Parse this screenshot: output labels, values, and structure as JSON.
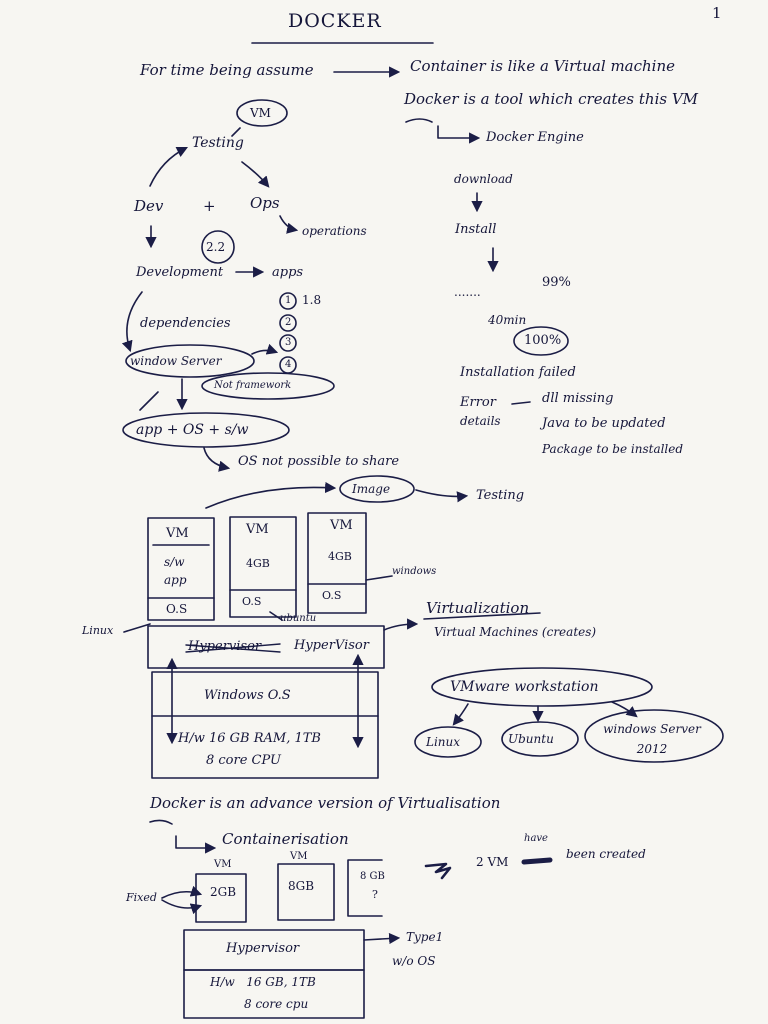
{
  "header": {
    "title": "DOCKER",
    "page_number": "1"
  },
  "intro": {
    "assume": "For time being assume",
    "container_like_vm": "Container is like a Virtual machine",
    "docker_tool": "Docker is a tool which creates this VM",
    "docker_engine": "Docker Engine"
  },
  "devops": {
    "vm": "VM",
    "testing": "Testing",
    "dev": "Dev",
    "plus": "+",
    "ops": "Ops",
    "operations": "operations",
    "version": "2.2",
    "development": "Development",
    "apps": "apps",
    "dependencies": "dependencies",
    "window_server": "window Server",
    "not_framework": "Not framework",
    "app_os_sw": "app + OS + s/w",
    "os_not_possible": "OS not possible to share",
    "numbers": [
      {
        "n": "1",
        "label": "1.8"
      },
      {
        "n": "2",
        "label": ""
      },
      {
        "n": "3",
        "label": ""
      },
      {
        "n": "4",
        "label": ""
      }
    ]
  },
  "install": {
    "download": "download",
    "install": "Install",
    "dots": ".......",
    "percent_99": "99%",
    "time": "40min",
    "percent_100": "100%",
    "failed": "Installation failed",
    "error": "Error",
    "dash": "–",
    "details": "details",
    "dll_missing": "dll missing",
    "java": "Java to be updated",
    "package": "Package to be installed"
  },
  "virtualization": {
    "image": "Image",
    "testing": "Testing",
    "vms": [
      {
        "title": "VM",
        "lines": [
          "s/w",
          "app"
        ],
        "os": "O.S"
      },
      {
        "title": "VM",
        "lines": [
          "4GB"
        ],
        "os": "O.S"
      },
      {
        "title": "VM",
        "lines": [
          "4GB"
        ],
        "os": "O.S"
      }
    ],
    "ubuntu_label": "ubuntu",
    "windows_label": "windows",
    "linux_label": "Linux",
    "hypervisor_struck": "Hypervisor",
    "hypervisor": "HyperVisor",
    "windows_os": "Windows O.S",
    "hw_line1": "H/w 16 GB RAM, 1TB",
    "hw_line2": "8 core CPU",
    "virtualization": "Virtualization",
    "virtual_machines": "Virtual Machines (creates)",
    "vmware": "VMware workstation",
    "children": [
      "Linux",
      "Ubuntu",
      "windows Server 2012"
    ]
  },
  "containerisation": {
    "docker_advance": "Docker is an advance version of Virtualisation",
    "containerisation": "Containerisation",
    "vm_labels": [
      "VM",
      "VM"
    ],
    "box_values": [
      "2GB",
      "8GB",
      "8 GB",
      "?"
    ],
    "fixed": "Fixed",
    "two_vm": "2 VM",
    "have": "have",
    "been_created": "been created",
    "hypervisor": "Hypervisor",
    "type1": "Type1",
    "wo_os": "w/o OS",
    "hw_line1": "H/w   16 GB, 1TB",
    "hw_line2": "8 core cpu"
  }
}
